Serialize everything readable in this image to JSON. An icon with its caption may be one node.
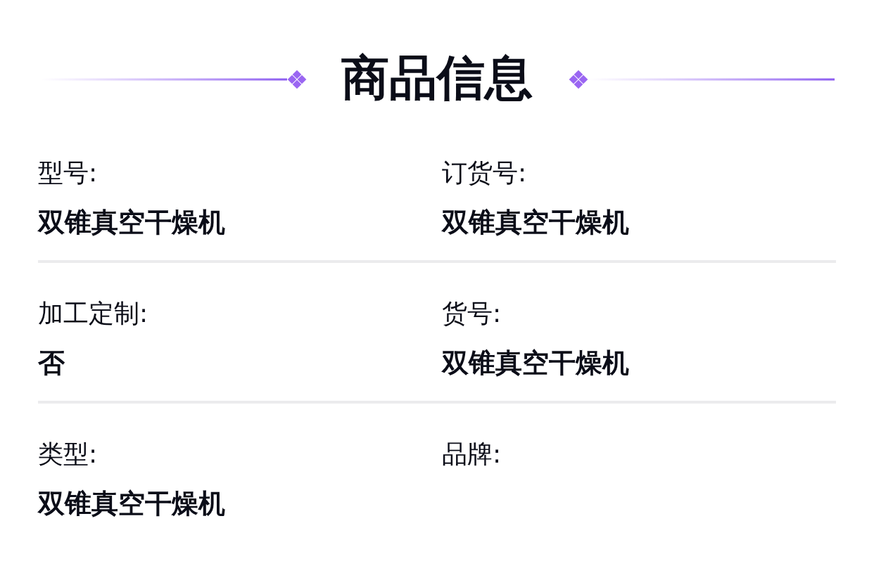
{
  "diagram": {
    "title": "商品信息",
    "labels": [
      "型号:",
      "双锥真空干燥机",
      "订货号:",
      "双锥真空干燥机",
      "加工定制:",
      "否",
      "货号:",
      "双锥真空干燥机",
      "类型:",
      "双锥真空干燥机",
      "品牌:"
    ]
  }
}
